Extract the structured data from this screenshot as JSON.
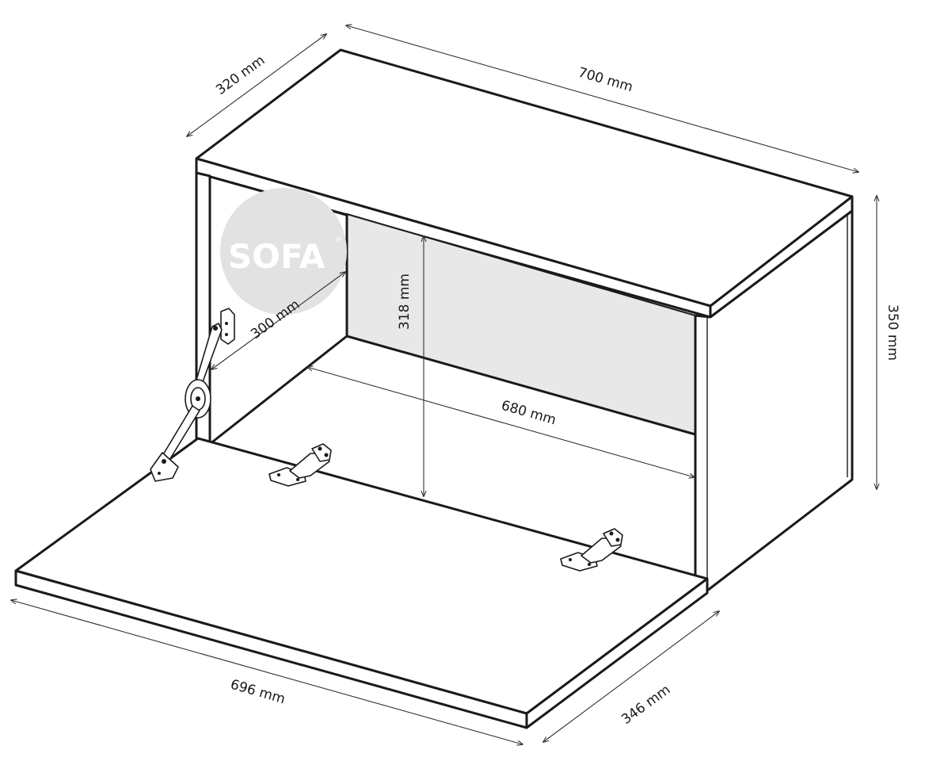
{
  "logo": {
    "text": "SOFA",
    "mark": "®"
  },
  "dimensions": {
    "depth_top": "320 mm",
    "width_top": "700 mm",
    "height_outer": "350 mm",
    "depth_inner": "300 mm",
    "height_inner": "318 mm",
    "width_inner": "680 mm",
    "width_flap": "696 mm",
    "depth_flap": "346 mm"
  },
  "colors": {
    "line": "#1a1a1a",
    "back_panel": "#e8e8e8",
    "logo_circle": "#e2e2e2"
  },
  "icons": [
    "hinge-icon",
    "gas-strut-icon"
  ]
}
